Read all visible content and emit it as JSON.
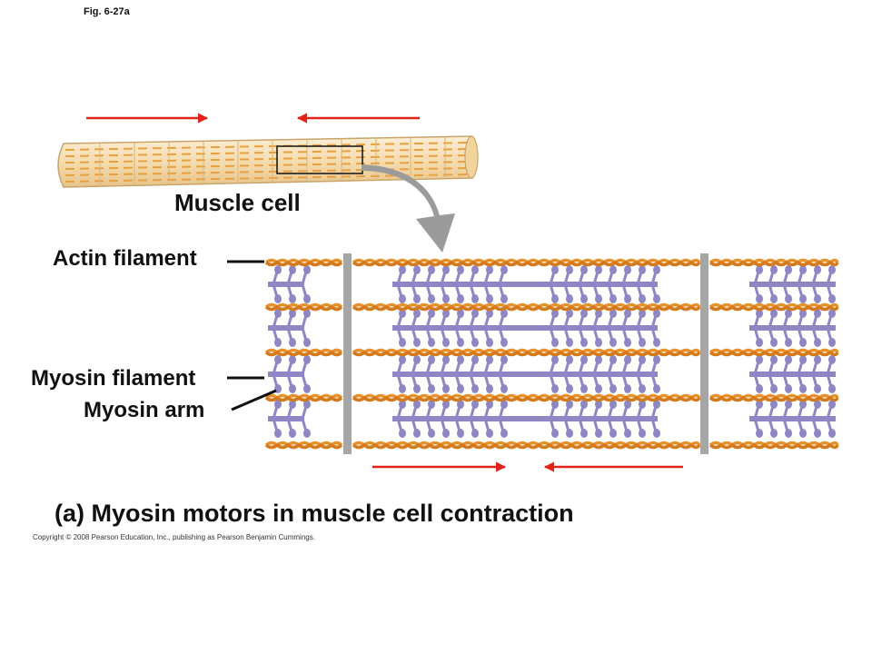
{
  "figure": {
    "fig_number": "Fig. 6-27a",
    "caption": "(a) Myosin motors in muscle cell contraction",
    "copyright": "Copyright © 2008 Pearson Education, Inc., publishing as Pearson Benjamin Cummings."
  },
  "labels": {
    "muscle_cell": "Muscle cell",
    "actin_filament": "Actin filament",
    "myosin_filament": "Myosin filament",
    "myosin_arm": "Myosin arm"
  },
  "colors": {
    "arrow_red": "#e2231a",
    "actin_orange": "#e8912a",
    "myosin_purple": "#8f86c4",
    "z_disc_gray": "#a6a6a6",
    "cell_fill": "#f6dfb3",
    "callout_gray": "#9b9b9b"
  }
}
